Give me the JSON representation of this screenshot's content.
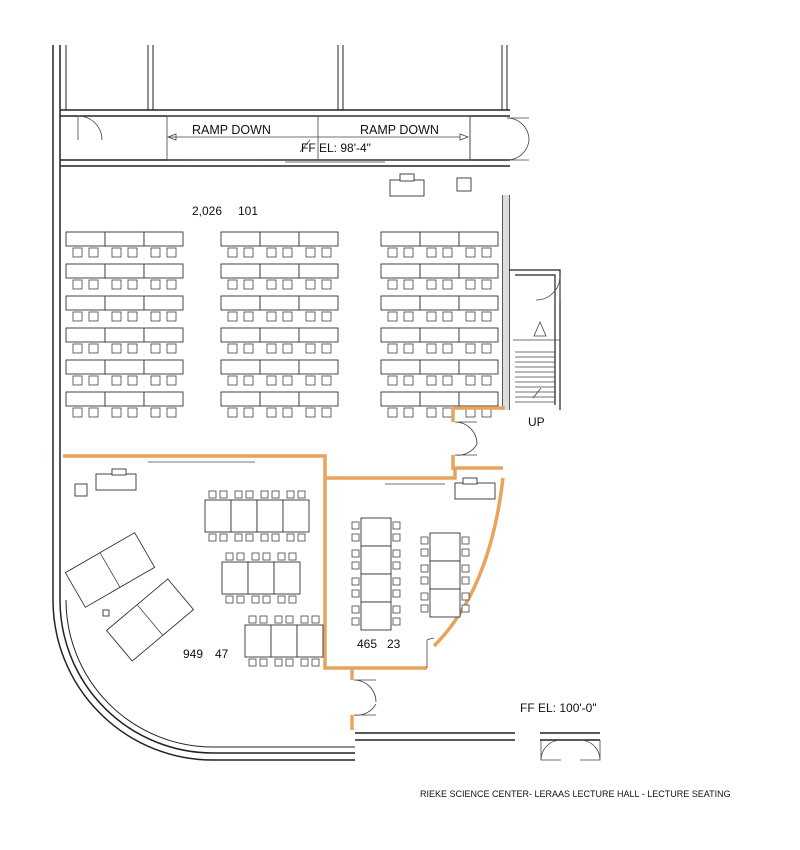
{
  "labels": {
    "ramp_left": "RAMP DOWN",
    "ramp_right": "RAMP DOWN",
    "ff_el_upper": "FF EL: 98'-4\"",
    "room_101_area": "2,026",
    "room_101_number": "101",
    "stair_up": "UP",
    "room_47_area": "949",
    "room_47_number": "47",
    "room_23_area": "465",
    "room_23_number": "23",
    "ff_el_lower": "FF EL: 100'-0\"",
    "caption": "RIEKE SCIENCE CENTER- LERAAS LECTURE HALL - LECTURE SEATING"
  },
  "colors": {
    "wall": "#222222",
    "highlight": "#e8a35c"
  }
}
